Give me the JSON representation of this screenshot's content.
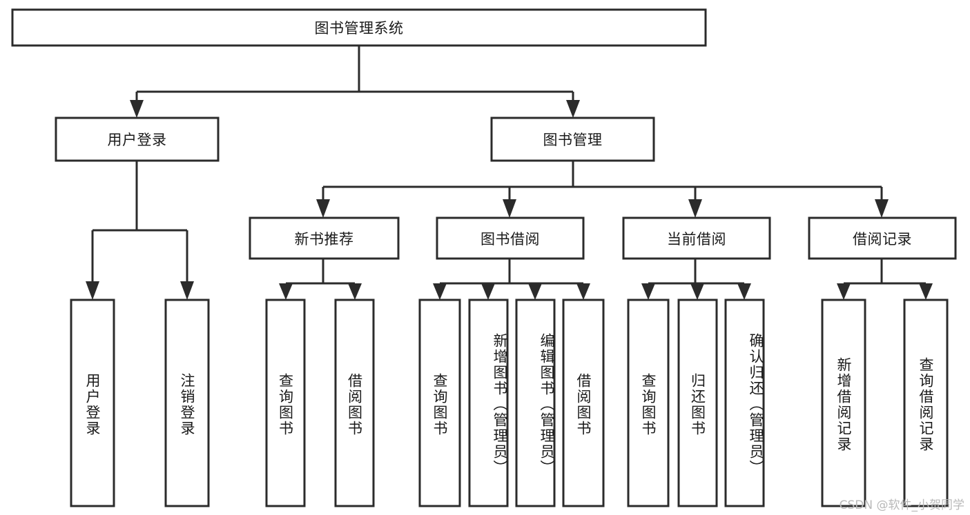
{
  "diagram": {
    "title": "图书管理系统",
    "type": "tree",
    "watermark": "CSDN @软件_小贺同学",
    "colors": {
      "stroke": "#2b2b2b",
      "fill": "#ffffff",
      "text": "#1a1a1a",
      "watermark": "#b9b9b9"
    },
    "nodes": {
      "root": {
        "label": "图书管理系统",
        "orientation": "horizontal"
      },
      "l2": [
        {
          "id": "user-login",
          "label": "用户登录",
          "orientation": "horizontal"
        },
        {
          "id": "book-manage",
          "label": "图书管理",
          "orientation": "horizontal"
        }
      ],
      "l3": [
        {
          "id": "new-book-recommend",
          "label": "新书推荐",
          "orientation": "horizontal"
        },
        {
          "id": "book-borrow",
          "label": "图书借阅",
          "orientation": "horizontal"
        },
        {
          "id": "current-borrow",
          "label": "当前借阅",
          "orientation": "horizontal"
        },
        {
          "id": "borrow-record",
          "label": "借阅记录",
          "orientation": "horizontal"
        }
      ],
      "leaves": [
        {
          "id": "leaf-user-login",
          "label": "用户登录",
          "orientation": "vertical",
          "parent": "user-login"
        },
        {
          "id": "leaf-logout",
          "label": "注销登录",
          "orientation": "vertical",
          "parent": "user-login"
        },
        {
          "id": "leaf-query-book-1",
          "label": "查询图书",
          "orientation": "vertical",
          "parent": "new-book-recommend"
        },
        {
          "id": "leaf-borrow-book-1",
          "label": "借阅图书",
          "orientation": "vertical",
          "parent": "new-book-recommend"
        },
        {
          "id": "leaf-query-book-2",
          "label": "查询图书",
          "orientation": "vertical",
          "parent": "book-borrow"
        },
        {
          "id": "leaf-add-book",
          "label": "新增图书（管理员）",
          "orientation": "vertical",
          "parent": "book-borrow"
        },
        {
          "id": "leaf-edit-book",
          "label": "编辑图书（管理员）",
          "orientation": "vertical",
          "parent": "book-borrow"
        },
        {
          "id": "leaf-borrow-book-2",
          "label": "借阅图书",
          "orientation": "vertical",
          "parent": "book-borrow"
        },
        {
          "id": "leaf-query-book-3",
          "label": "查询图书",
          "orientation": "vertical",
          "parent": "current-borrow"
        },
        {
          "id": "leaf-return-book",
          "label": "归还图书",
          "orientation": "vertical",
          "parent": "current-borrow"
        },
        {
          "id": "leaf-confirm-return",
          "label": "确认归还（管理员）",
          "orientation": "vertical",
          "parent": "current-borrow"
        },
        {
          "id": "leaf-add-record",
          "label": "新增借阅记录",
          "orientation": "vertical",
          "parent": "borrow-record"
        },
        {
          "id": "leaf-query-record",
          "label": "查询借阅记录",
          "orientation": "vertical",
          "parent": "borrow-record"
        }
      ]
    }
  }
}
